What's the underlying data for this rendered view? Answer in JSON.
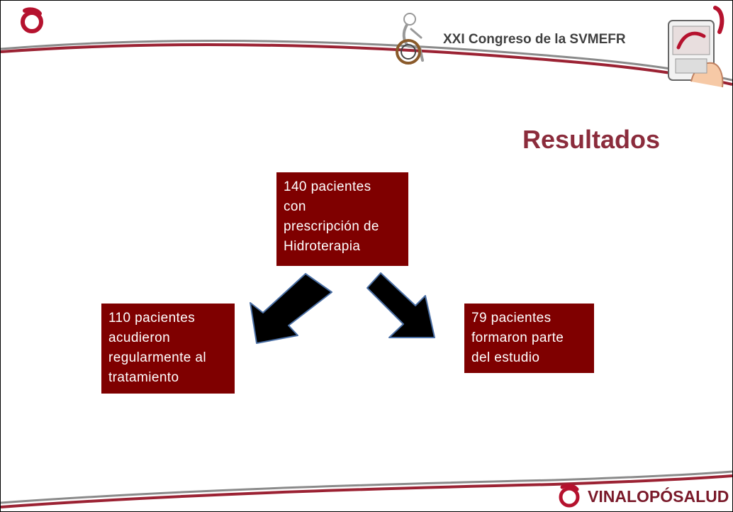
{
  "header": {
    "congress_title": "XXI Congreso de la SVMEFR",
    "congress_logo_icon": "wheelchair-figure-icon",
    "tablet_icon": "hand-tablet-icon",
    "brand_icon": "vinalopo-mark-icon"
  },
  "main": {
    "heading": "Resultados",
    "boxes": {
      "top": [
        "140 pacientes",
        "con",
        "prescripción de",
        "Hidroterapia"
      ],
      "left": [
        "110 pacientes",
        "acudieron",
        "regularmente al",
        "tratamiento"
      ],
      "right": [
        "79 pacientes",
        "formaron parte",
        "del estudio"
      ]
    }
  },
  "footer": {
    "brand_text": "VINALOPÓSALUD",
    "brand_icon": "vinalopo-mark-icon"
  },
  "colors": {
    "box_fill": "#7f0000",
    "heading": "#8b2c3c",
    "swoosh_red": "#9b2233",
    "swoosh_grey": "#8a8a8a",
    "arrow_fill": "#000000",
    "arrow_outline": "#4a6fa5"
  }
}
